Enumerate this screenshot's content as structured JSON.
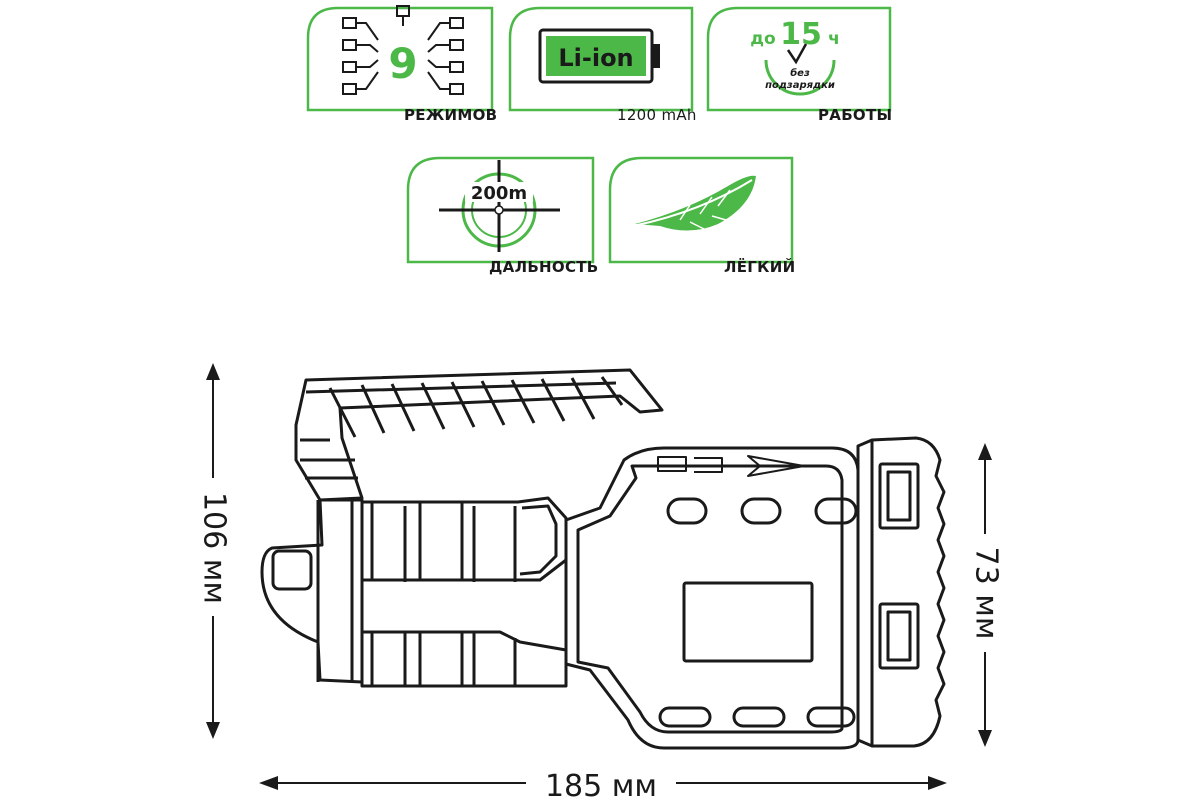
{
  "colors": {
    "green": "#4cb848",
    "green_dark": "#3a9a36",
    "line": "#1a1a1a",
    "background": "#ffffff"
  },
  "features": [
    {
      "icon": "modes-icon",
      "big_text": "9",
      "label": "РЕЖИМОВ"
    },
    {
      "icon": "battery-icon",
      "big_text": "Li-ion",
      "label": "1200 mAh"
    },
    {
      "icon": "clock-icon",
      "prefix": "до",
      "big_text": "15",
      "suffix": "ч",
      "small_text_1": "без",
      "small_text_2": "подзарядки",
      "label": "РАБОТЫ"
    },
    {
      "icon": "crosshair-icon",
      "big_text": "200m",
      "label": "ДАЛЬНОСТЬ"
    },
    {
      "icon": "feather-icon",
      "label": "ЛЁГКИЙ"
    }
  ],
  "dimensions": {
    "height": "106 мм",
    "head_diameter": "73 мм",
    "length": "185 мм"
  }
}
